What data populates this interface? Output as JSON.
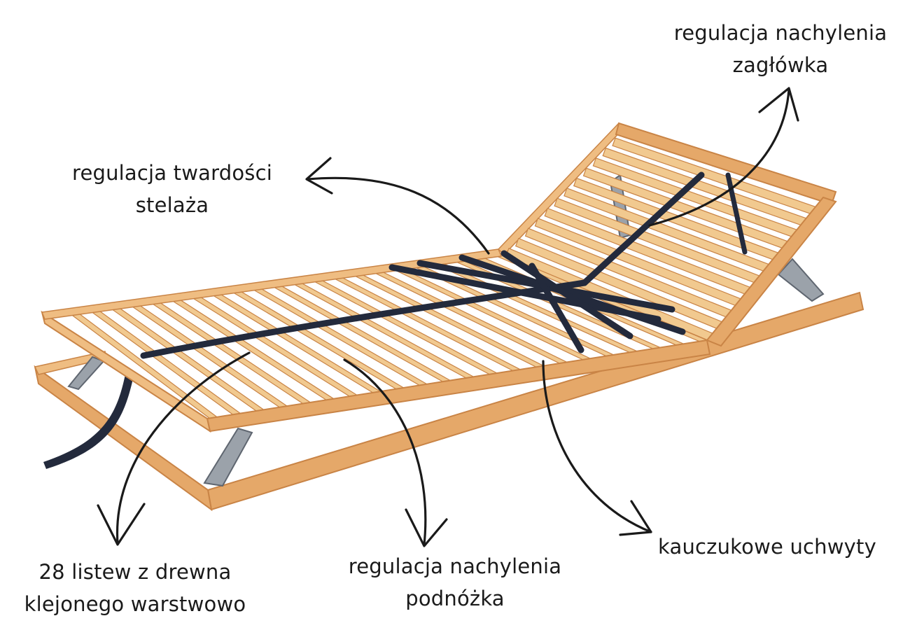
{
  "labels": {
    "headrest": [
      "regulacja nachylenia",
      "zagłówka"
    ],
    "firmness": [
      "regulacja twardości",
      "stelaża"
    ],
    "slats": [
      "28 listew z drewna",
      "klejonego warstwowo"
    ],
    "footrest": [
      "regulacja nachylenia",
      "podnóżka"
    ],
    "rubber": [
      "kauczukowe uchwyty"
    ]
  },
  "colors": {
    "wood_light": "#f1c98f",
    "wood_mid": "#e5a869",
    "wood_dark": "#c98446",
    "belt": "#232a3c",
    "metal": "#9ba2aa",
    "ink": "#1a1a1a"
  }
}
